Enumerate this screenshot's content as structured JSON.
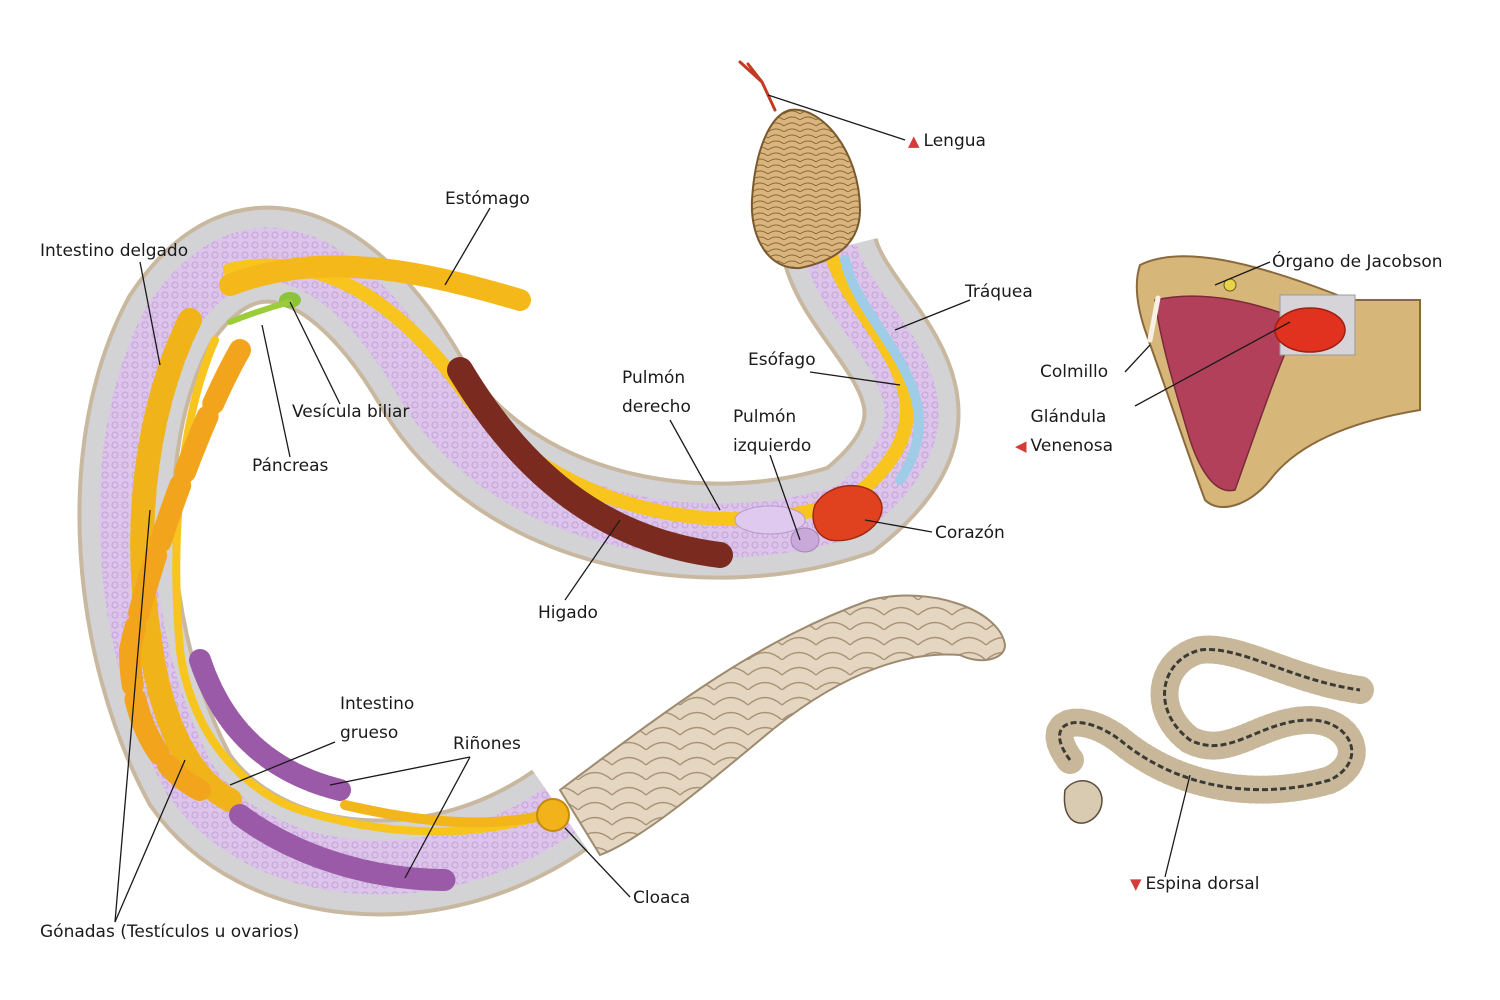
{
  "colors": {
    "marker": "#d63a3a",
    "body_outer": "#c9b8a0",
    "body_gray": "#cfcfd1",
    "stomach": "#f7c51e",
    "intestine": "#f0b41a",
    "liver": "#7a2a1e",
    "lung": "#d9bfe6",
    "kidney": "#9b5aa8",
    "heart": "#e0411e",
    "trachea": "#9fcde8",
    "tail_scales": "#e2d3bc",
    "head_scales": "#d8b27a"
  },
  "icons": {
    "marker_up": "triangle-up-icon",
    "marker_left": "triangle-left-icon",
    "marker_down": "triangle-down-icon"
  },
  "labels": {
    "lengua": "Lengua",
    "estomago": "Estómago",
    "intestino_delgado": "Intestino delgado",
    "vesicula_biliar": "Vesícula biliar",
    "pancreas": "Páncreas",
    "traquea": "Tráquea",
    "esofago": "Esófago",
    "pulmon_derecho_1": "Pulmón",
    "pulmon_derecho_2": "derecho",
    "pulmon_izquierdo_1": "Pulmón",
    "pulmon_izquierdo_2": "izquierdo",
    "corazon": "Corazón",
    "higado": "Higado",
    "intestino_grueso_1": "Intestino",
    "intestino_grueso_2": "grueso",
    "rinones": "Riñones",
    "cloaca": "Cloaca",
    "gonadas": "Gónadas (Testículos u ovarios)",
    "organo_jacobson": "Órgano de Jacobson",
    "colmillo": "Colmillo",
    "glandula_1": "Glándula",
    "glandula_2": "Venenosa",
    "espina_dorsal": "Espina dorsal"
  }
}
